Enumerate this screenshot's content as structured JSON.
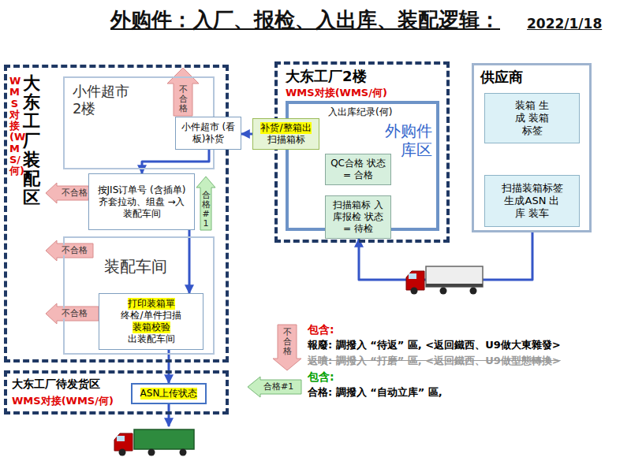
{
  "diagram": {
    "title": "外购件：入厂、报检、入出库、装配逻辑：",
    "nodes": [
      {
        "text": [
          "大东工厂装配区",
          "WMS对接(WMS/何)"
        ]
      },
      {
        "text": [
          "小件超市 2楼"
        ],
        "in": 0
      },
      {
        "text": [
          "小件超市 (看板)补货"
        ],
        "in": 0
      },
      {
        "text": [
          "按JIS订单号 (含插单) 齐套拉动、组盘 →入装配车间"
        ],
        "in": 0
      },
      {
        "text": [
          "装配车间"
        ],
        "in": 0
      },
      {
        "text": [
          "打印装箱單",
          "终检/单件扫描",
          "装箱校验",
          "出装配车间"
        ],
        "in": 4
      },
      {
        "text": [
          "大东工厂2楼",
          "WMS对接(WMS/何)"
        ]
      },
      {
        "text": [
          "入出库纪录(何)",
          "外购件 库区"
        ],
        "in": 6
      },
      {
        "text": [
          "QC合格 状态 = 合格"
        ],
        "in": 7
      },
      {
        "text": [
          "扫描箱标 入库报检 状态 = 待检"
        ],
        "in": 7
      },
      {
        "text": [
          "补货/整箱出",
          "扫描箱标"
        ]
      },
      {
        "text": [
          "供应商"
        ]
      },
      {
        "text": [
          "装箱 生成 装箱标签"
        ],
        "in": 11
      },
      {
        "text": [
          "扫描装箱标签 生成ASN 出库 装车"
        ],
        "in": 11
      },
      {
        "text": [
          "大东工厂待发货区",
          "WMS对接(WMS/何)"
        ]
      },
      {
        "text": [
          "ASN上传状态"
        ],
        "in": 14
      }
    ],
    "edges": [
      {
        "from": 12,
        "to": 13,
        "arrow": "to"
      },
      {
        "from": 13,
        "to": 9,
        "arrow": "to"
      },
      {
        "from": 9,
        "to": 8,
        "arrow": "to"
      },
      {
        "from": 8,
        "to": 10,
        "arrow": "to"
      },
      {
        "from": 10,
        "to": 2,
        "arrow": "to"
      },
      {
        "from": 2,
        "to": 3,
        "arrow": "to"
      },
      {
        "from": 3,
        "to": 5,
        "arrow": "to"
      },
      {
        "from": 5,
        "to": 15,
        "arrow": "to"
      }
    ],
    "labels": [
      "2022/1/18",
      "不合格",
      "合格#1",
      "不合格",
      "不合格",
      "不合格",
      "不合格",
      "包含:",
      "報廢: 調撥入 “待返” 區, <返回鐵西、U9做大東雜發>",
      "返噴: 調撥入 “打磨” 區, <返回鐵西、U9做型態轉換>",
      "合格#1",
      "包含:",
      "合格: 調撥入 “自动立库” 區,"
    ]
  }
}
